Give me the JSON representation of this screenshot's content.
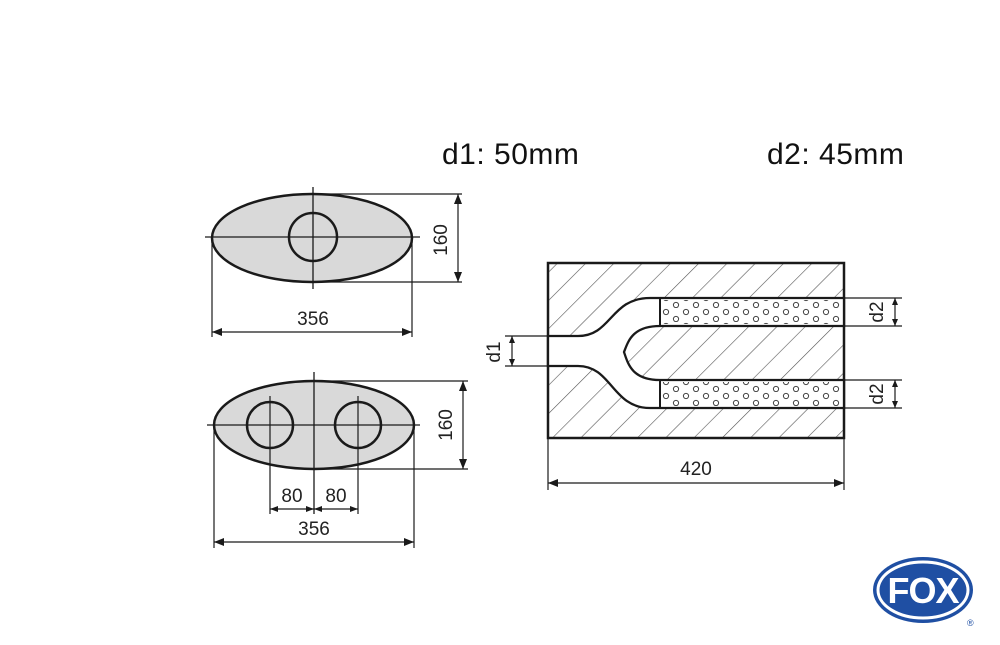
{
  "specs": {
    "d1": "d1: 50mm",
    "d2": "d2: 45mm"
  },
  "top_oval": {
    "height_label": "160",
    "width_label": "356"
  },
  "bottom_oval": {
    "height_label": "160",
    "offset_left_label": "80",
    "offset_right_label": "80",
    "width_label": "356"
  },
  "section": {
    "inlet_label": "d1",
    "outlet_top_label": "d2",
    "outlet_bottom_label": "d2",
    "length_label": "420"
  },
  "logo": {
    "text": "FOX",
    "registered": "®",
    "color": "#1f4fa3"
  },
  "colors": {
    "line": "#1a1a1a",
    "shell": "#d9d9d9",
    "hatch": "#555555"
  }
}
